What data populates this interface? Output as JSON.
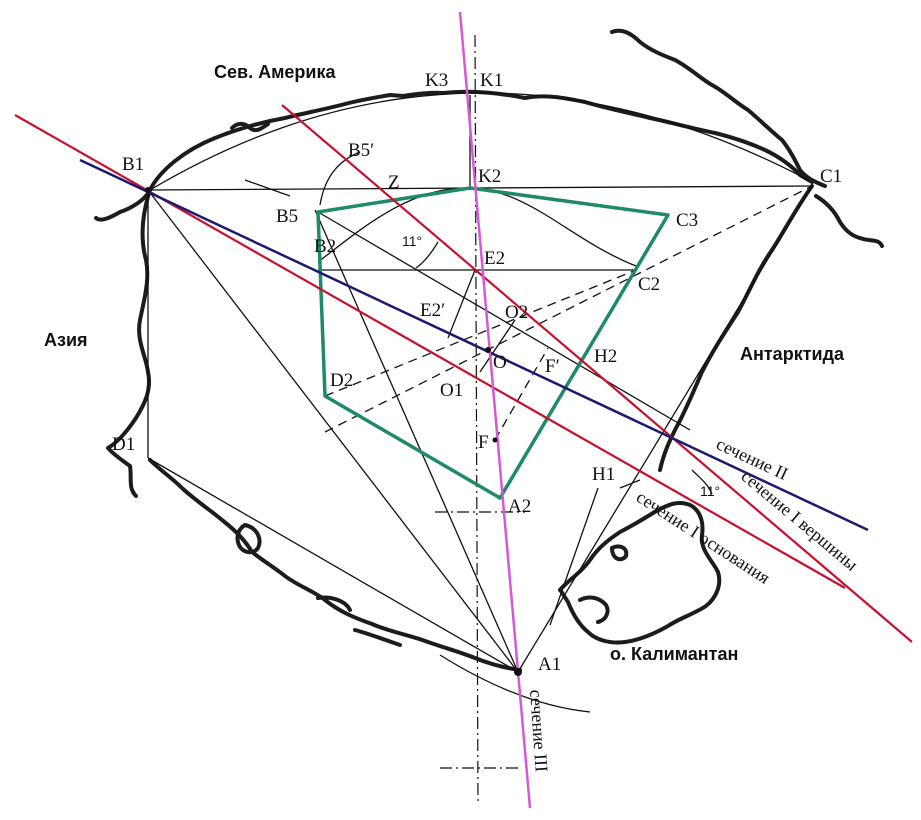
{
  "regions": {
    "north_america": "Сев. Америка",
    "asia": "Азия",
    "antarctica": "Антарктида",
    "kalimantan": "о. Калимантан"
  },
  "points": {
    "K3": "K3",
    "K1": "K1",
    "K2": "K2",
    "B1": "B1",
    "C1": "C1",
    "D1": "D1",
    "A1": "A1",
    "B5prime": "B5′",
    "Z": "Z",
    "B5": "B5",
    "B2": "B2",
    "E2": "E2",
    "C3": "C3",
    "C2": "C2",
    "E2prime": "E2′",
    "O2": "O2",
    "O": "O",
    "O1": "O1",
    "Fprime": "F′",
    "H2": "H2",
    "D2": "D2",
    "F": "F",
    "H1": "H1",
    "A2": "A2"
  },
  "angles": {
    "angle_top": "11°",
    "angle_bottom": "11°"
  },
  "sections": {
    "sec2": "сечение II",
    "sec1_top": "сечение I вершины",
    "sec1_base": "сечение I основания",
    "sec3": "сечение III"
  },
  "colors": {
    "cut_red": "#c8102e",
    "cut_navy": "#1a1a6e",
    "cut_magenta": "#d45ad4",
    "pentagon": "#1f8a6a",
    "coast": "#1c1c1c"
  }
}
